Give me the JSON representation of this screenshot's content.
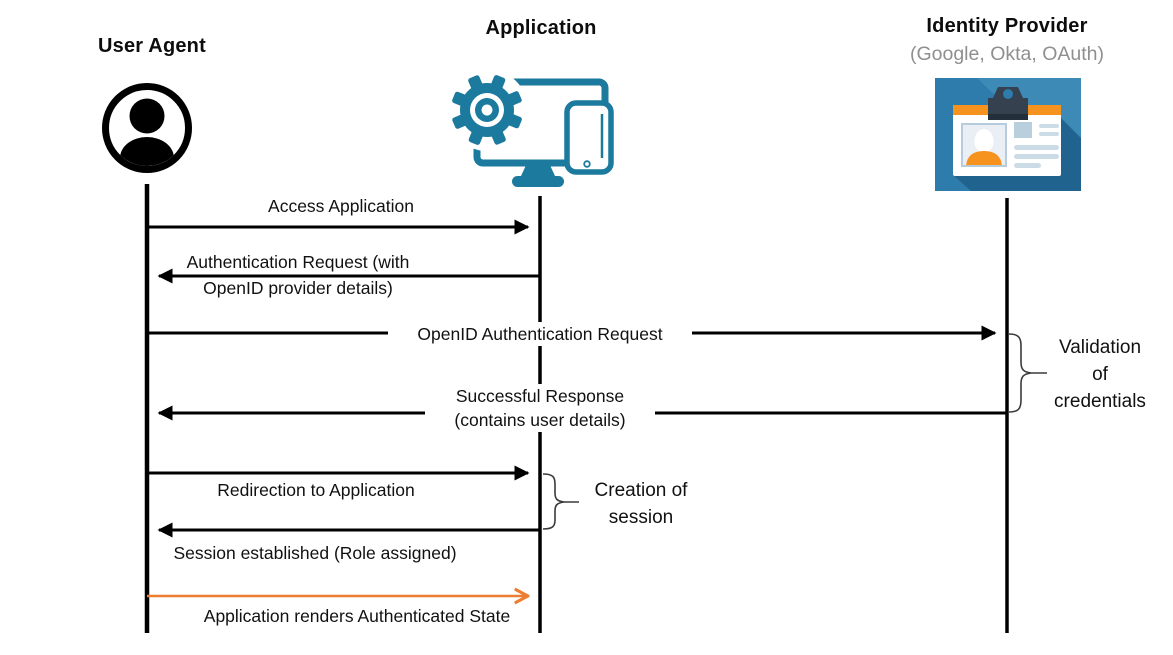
{
  "diagram": {
    "kind": "sequence-diagram",
    "actors": [
      {
        "name": "User Agent",
        "subtitle": "",
        "icon": "user-icon"
      },
      {
        "name": "Application",
        "subtitle": "",
        "icon": "application-devices-icon"
      },
      {
        "name": "Identity Provider",
        "subtitle": "(Google, Okta, OAuth)",
        "icon": "id-card-icon"
      }
    ],
    "messages": [
      {
        "label": "Access Application",
        "from": "User Agent",
        "to": "Application",
        "arrow_color": "#000000"
      },
      {
        "label": "Authentication Request (with\nOpenID provider details)",
        "from": "Application",
        "to": "User Agent",
        "arrow_color": "#000000"
      },
      {
        "label": "OpenID Authentication Request",
        "from": "User Agent",
        "to": "Identity Provider",
        "arrow_color": "#000000"
      },
      {
        "label": "Successful Response\n(contains user details)",
        "from": "Identity Provider",
        "to": "User Agent",
        "arrow_color": "#000000"
      },
      {
        "label": "Redirection to Application",
        "from": "User Agent",
        "to": "Application",
        "arrow_color": "#000000"
      },
      {
        "label": "Session established (Role assigned)",
        "from": "Application",
        "to": "User Agent",
        "arrow_color": "#000000"
      },
      {
        "label": "Application renders Authenticated State",
        "from": "User Agent",
        "to": "Application",
        "arrow_color": "#ED7D31"
      }
    ],
    "annotations": [
      {
        "label": "Validation\nof\ncredentials",
        "attached_to": "Identity Provider"
      },
      {
        "label": "Creation of\nsession",
        "attached_to": "Application"
      }
    ],
    "colors": {
      "application_icon_teal": "#1b7a9d",
      "highlight_arrow_orange": "#ED7D31",
      "idp_icon_background": "#2e7cab",
      "idp_icon_background_light": "#3e8ab6",
      "idp_icon_shadow": "#20638e",
      "idp_icon_orange": "#f6921e",
      "idp_icon_clip": "#35414e",
      "subtitle_gray": "#8f8f8f"
    }
  }
}
